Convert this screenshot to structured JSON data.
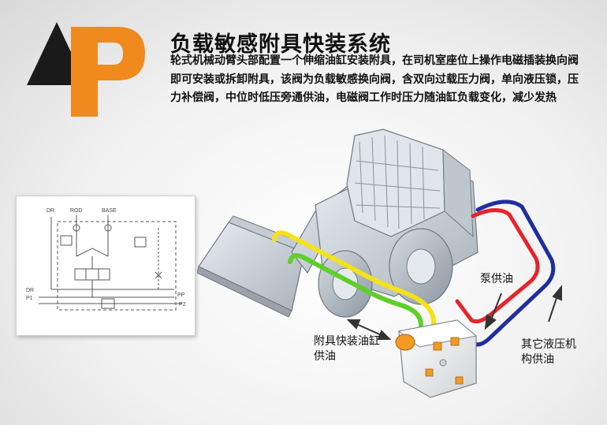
{
  "header": {
    "title": "负载敏感附具快装系统",
    "description": "轮式机械动臂头部配置一个伸缩油缸安装附具，在司机室座位上操作电磁插装换向阀即可安装或拆卸附具，该阀为负载敏感换向阀，含双向过载压力阀，单向液压锁，压力补偿阀，中位时低压旁通供油，电磁阀工作时压力随油缸负载变化，减少发热"
  },
  "schematic": {
    "port_dr_top": "DR",
    "port_rod": "ROD",
    "port_base": "BASE",
    "port_dr_left": "DR",
    "port_p1": "P1",
    "port_pp": "PP",
    "port_p2": "P2"
  },
  "labels": {
    "pump_supply": "泵供油",
    "attachment_line1": "附具快装油缸",
    "attachment_line2": "供油",
    "other_line1": "其它液压机",
    "other_line2": "构供油"
  },
  "colors": {
    "logo_black": "#1a1a1a",
    "logo_orange": "#f08a1e",
    "line_red": "#e8232a",
    "line_blue": "#1f2e9e",
    "line_yellow": "#f4e21a",
    "line_green": "#5fcf2c"
  }
}
